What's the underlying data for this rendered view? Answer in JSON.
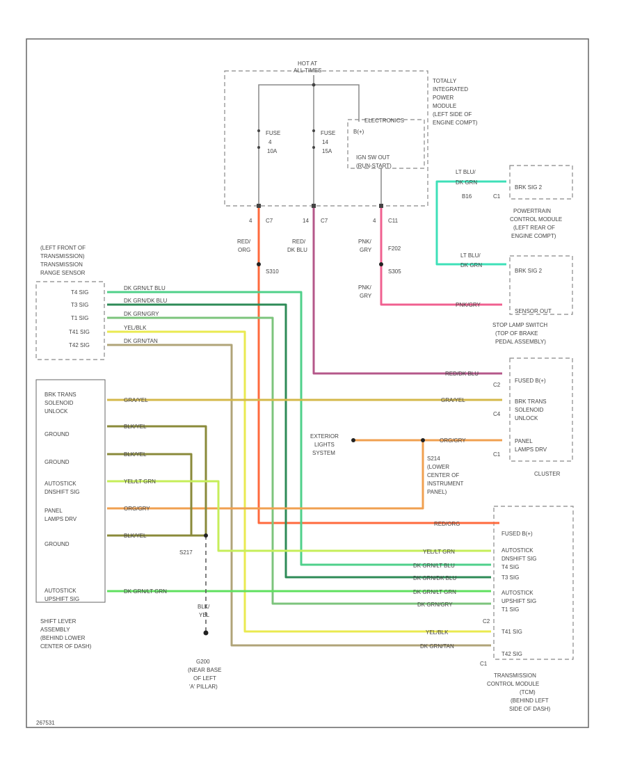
{
  "labels": {
    "hot_at": "HOT AT",
    "all_times": "ALL TIMES",
    "tipm": [
      "TOTALLY",
      "INTEGRATED",
      "POWER",
      "MODULE",
      "(LEFT SIDE OF",
      "ENGINE COMPT)"
    ],
    "fuse_a": [
      "FUSE",
      "4",
      "10A"
    ],
    "fuse_b": [
      "FUSE",
      "14",
      "15A"
    ],
    "electronics": "ELECTRONICS",
    "b_plus": "B(+)",
    "igm_out": [
      "IGN SW OUT",
      "(RUN-START)"
    ],
    "tipm_pins": [
      "4",
      "C7",
      "14",
      "C7",
      "4",
      "C11"
    ],
    "wire_left": [
      "RED/",
      "ORG"
    ],
    "wire_mid": [
      "RED/",
      "DK BLU"
    ],
    "wire_pnk": [
      "PNK/",
      "GRY"
    ],
    "wire_pnk2": [
      "PNK/",
      "GRY"
    ],
    "splice_s310": "S310",
    "splice_s305": "S305",
    "f202": "F202",
    "pcm": [
      "POWERTRAIN",
      "CONTROL MODULE",
      "(LEFT REAR OF",
      "ENGINE COMPT)"
    ],
    "pcm_wire_top": "LT BLU/",
    "pcm_wire_top2": "DK GRN",
    "pcm_conn": "BRK SIG 2",
    "pcm_pin": "C1",
    "pcm_b16": "B16",
    "stop_wire": "LT BLU/",
    "stop_wire2": "DK GRN",
    "stop_brk": "BRK SIG 2",
    "stop_sensor": "SENSOR OUT",
    "stop_pnk": "PNK/GRY",
    "stop_switch": [
      "STOP LAMP SWITCH",
      "(TOP OF BRAKE",
      "PEDAL ASSEMBLY)"
    ],
    "trs": [
      "(LEFT FRONT OF",
      "TRANSMISSION)",
      "TRANSMISSION",
      "RANGE SENSOR"
    ],
    "trs_pins": [
      "T4 SIG",
      "T3 SIG",
      "T1 SIG",
      "T41 SIG",
      "T42 SIG"
    ],
    "trs_wires": [
      "DK GRN/LT BLU",
      "DK GRN/DK BLU",
      "DK GRN/GRY",
      "YEL/BLK",
      "DK GRN/TAN"
    ],
    "shifter_labels": [
      "BRK TRANS",
      "SOLENOID",
      "UNLOCK",
      "GROUND",
      "GROUND",
      "AUTOSTICK",
      "DNSHIFT SIG",
      "PANEL",
      "LAMPS DRV",
      "GROUND",
      "AUTOSTICK",
      "UPSHIFT SIG"
    ],
    "shifter_wires": [
      "GRA/YEL",
      "BLK/YEL",
      "BLK/YEL",
      "YEL/LT GRN",
      "ORG/GRY",
      "BLK/YEL",
      "DK GRN/LT GRN"
    ],
    "shifter": [
      "SHIFT LEVER",
      "ASSEMBLY",
      "(BEHIND LOWER",
      "CENTER OF DASH)"
    ],
    "cluster_pins": [
      "FUSED B(+)",
      "BRK TRANS",
      "SOLENOID",
      "UNLOCK",
      "PANEL",
      "LAMPS DRV"
    ],
    "cluster_conn": [
      "C2",
      "C4",
      "C1"
    ],
    "cluster": "CLUSTER",
    "cluster_wires": [
      "RED/DK BLU",
      "GRA/YEL",
      "ORG/GRY"
    ],
    "ext_lights": [
      "EXTERIOR",
      "LIGHTS",
      "SYSTEM"
    ],
    "s214": [
      "S214",
      "(LOWER",
      "CENTER OF",
      "INSTRUMENT",
      "PANEL)"
    ],
    "s217": "S217",
    "g200_wire": [
      "BLK/",
      "YEL"
    ],
    "g200": [
      "G200",
      "(NEAR BASE",
      "OF LEFT",
      "'A' PILLAR)"
    ],
    "tcm_pins": [
      "FUSED B(+)",
      "AUTOSTICK",
      "DNSHIFT SIG",
      "T4 SIG",
      "T3 SIG",
      "AUTOSTICK",
      "UPSHIFT SIG",
      "T1 SIG",
      "T41 SIG",
      "T42 SIG"
    ],
    "tcm_wires": [
      "RED/ORG",
      "YEL/LT GRN",
      "DK GRN/LT BLU",
      "DK GRN/DK BLU",
      "DK GRN/LT GRN",
      "DK GRN/GRY",
      "YEL/BLK",
      "DK GRN/TAN"
    ],
    "tcm_conn": "C2",
    "tcm_c1": "C1",
    "tcm": [
      "TRANSMISSION",
      "CONTROL MODULE",
      "(TCM)",
      "(BEHIND LEFT",
      "SIDE OF DASH)"
    ],
    "footer_id": "267531"
  },
  "colors": {
    "red_orange": "#ff6a3d",
    "red_dkblu": "#b5578a",
    "pink": "#f06090",
    "lt_blue_green": "#3ee0b8",
    "dkgrn_ltblu": "#4fd08a",
    "dkgrn_dkblu": "#2e8b57",
    "dkgrn_gry": "#7cc47c",
    "yel_blk": "#eaea50",
    "dkgrn_tan": "#b0a478",
    "gra_yel": "#d4b84a",
    "blk_yel": "#8a8a3a",
    "yel_ltgrn": "#c6ee5a",
    "org_gry": "#f0a050",
    "dkgrn_ltgrn": "#60e060"
  }
}
